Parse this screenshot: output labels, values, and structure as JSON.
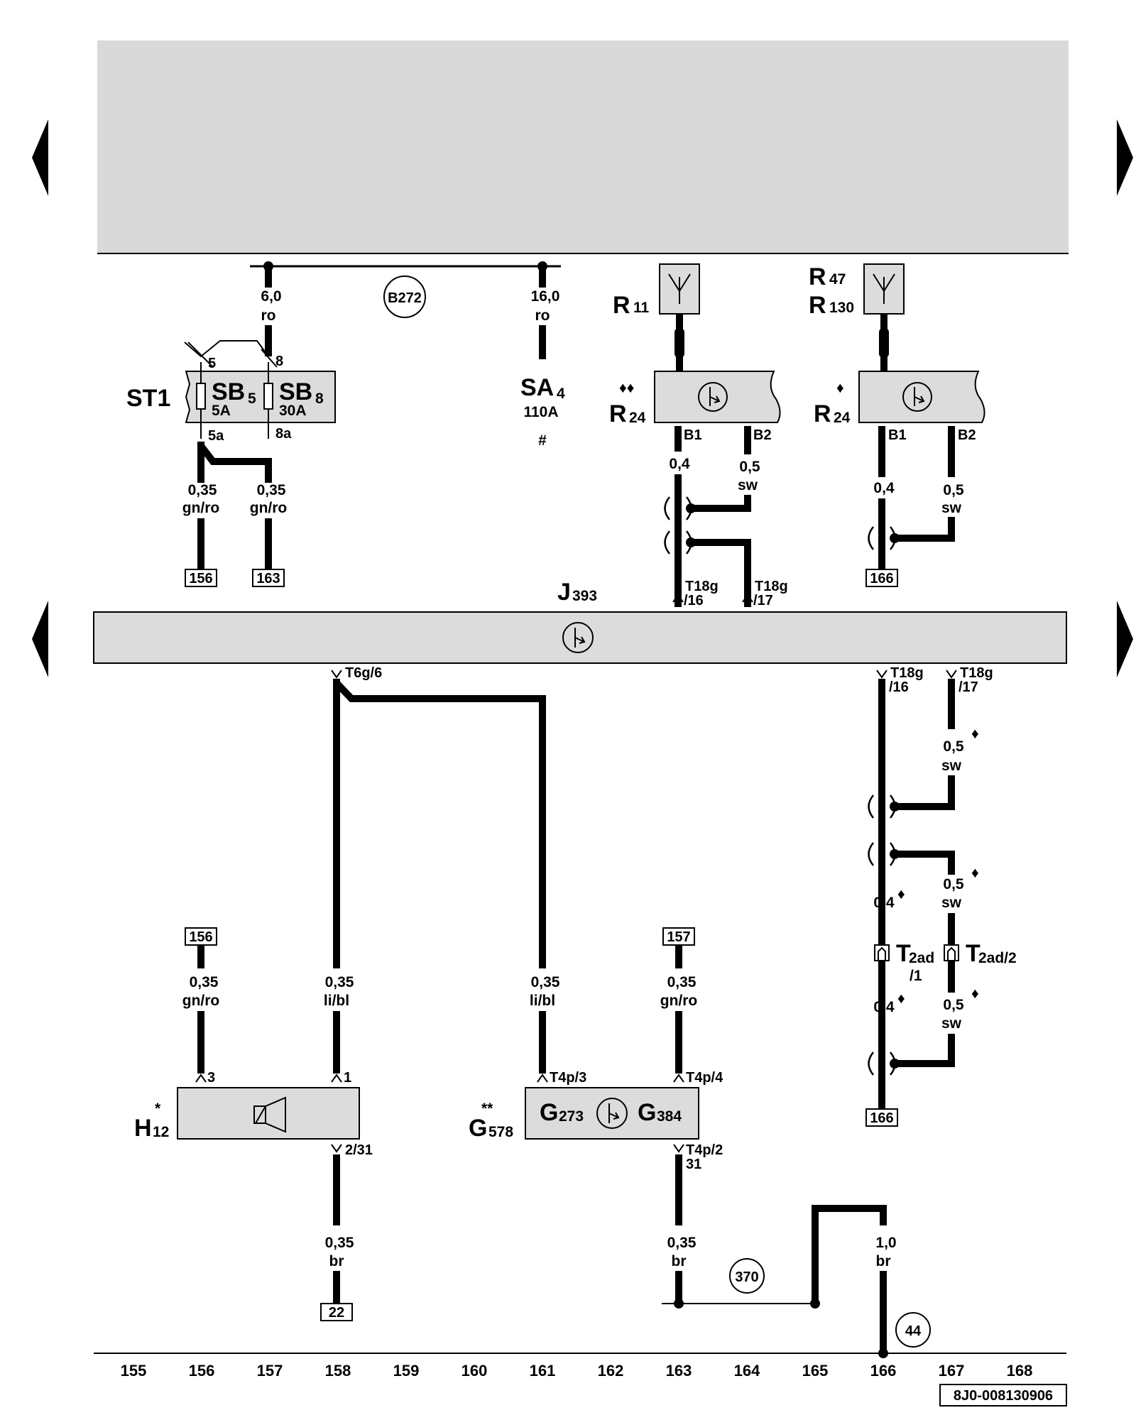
{
  "components": {
    "st1": "ST1",
    "sb5": {
      "name": "SB",
      "sub": "5",
      "rating": "5A"
    },
    "sb8": {
      "name": "SB",
      "sub": "8",
      "rating": "30A"
    },
    "sa4": {
      "name": "SA",
      "sub": "4",
      "rating": "110A",
      "mark": "#"
    },
    "r11": {
      "name": "R",
      "sub": "11"
    },
    "r47": {
      "name": "R",
      "sub": "47"
    },
    "r130": {
      "name": "R",
      "sub": "130"
    },
    "r24_left": {
      "name": "R",
      "sub": "24",
      "mark": "♦♦"
    },
    "r24_right": {
      "name": "R",
      "sub": "24",
      "mark": "♦"
    },
    "j393": {
      "name": "J",
      "sub": "393"
    },
    "h12": {
      "name": "H",
      "sub": "12",
      "mark": "*"
    },
    "g578": {
      "name": "G",
      "sub": "578",
      "mark": "**"
    },
    "g273": {
      "name": "G",
      "sub": "273"
    },
    "g384": {
      "name": "G",
      "sub": "384"
    },
    "t2ad1": {
      "name": "T",
      "sub": "2ad",
      "tail": "/1"
    },
    "t2ad2": {
      "name": "T",
      "sub": "2ad/2"
    }
  },
  "circles": {
    "b272": "B272",
    "c370": "370",
    "c44": "44"
  },
  "refs": {
    "r156a": "156",
    "r163": "163",
    "r166a": "166",
    "r156b": "156",
    "r157": "157",
    "r22": "22",
    "r166b": "166"
  },
  "wires": {
    "w60": [
      "6,0",
      "ro"
    ],
    "w160": [
      "16,0",
      "ro"
    ],
    "w035a": [
      "0,35",
      "gn/ro"
    ],
    "w035b": [
      "0,35",
      "gn/ro"
    ],
    "w04a": [
      "0,4",
      ""
    ],
    "w05a": [
      "0,5",
      "sw"
    ],
    "w04b": [
      "0,4",
      ""
    ],
    "w05b": [
      "0,5",
      "sw"
    ],
    "w05c": [
      "0,5",
      "sw"
    ],
    "w05d": [
      "0,5",
      "sw"
    ],
    "w04c": [
      "0,4",
      ""
    ],
    "w04d": [
      "0,4",
      ""
    ],
    "w05e": [
      "0,5",
      "sw"
    ],
    "w035c": [
      "0,35",
      "gn/ro"
    ],
    "w035d": [
      "0,35",
      "li/bl"
    ],
    "w035e": [
      "0,35",
      "li/bl"
    ],
    "w035f": [
      "0,35",
      "gn/ro"
    ],
    "w035g": [
      "0,35",
      "br"
    ],
    "w035h": [
      "0,35",
      "br"
    ],
    "w10": [
      "1,0",
      "br"
    ]
  },
  "pins": {
    "p5": "5",
    "p8": "8",
    "p5a": "5a",
    "p8a": "8a",
    "b1a": "B1",
    "b2a": "B2",
    "b1b": "B1",
    "b2b": "B2",
    "t18g16a": [
      "T18g",
      "/16"
    ],
    "t18g17a": [
      "T18g",
      "/17"
    ],
    "t18g16b": [
      "T18g",
      "/16"
    ],
    "t18g17b": [
      "T18g",
      "/17"
    ],
    "t6g6": "T6g/6",
    "h3": "3",
    "h1": "1",
    "h231": "2/31",
    "t4p3": "T4p/3",
    "t4p4": "T4p/4",
    "t4p2": [
      "T4p/2",
      "31"
    ]
  },
  "columns": [
    "155",
    "156",
    "157",
    "158",
    "159",
    "160",
    "161",
    "162",
    "163",
    "164",
    "165",
    "166",
    "167",
    "168"
  ],
  "doc_id": "8J0-008130906",
  "colors": {
    "frame_fill": "#d9d9d9",
    "line": "#000000",
    "box_fill": "#dcdcdc"
  }
}
